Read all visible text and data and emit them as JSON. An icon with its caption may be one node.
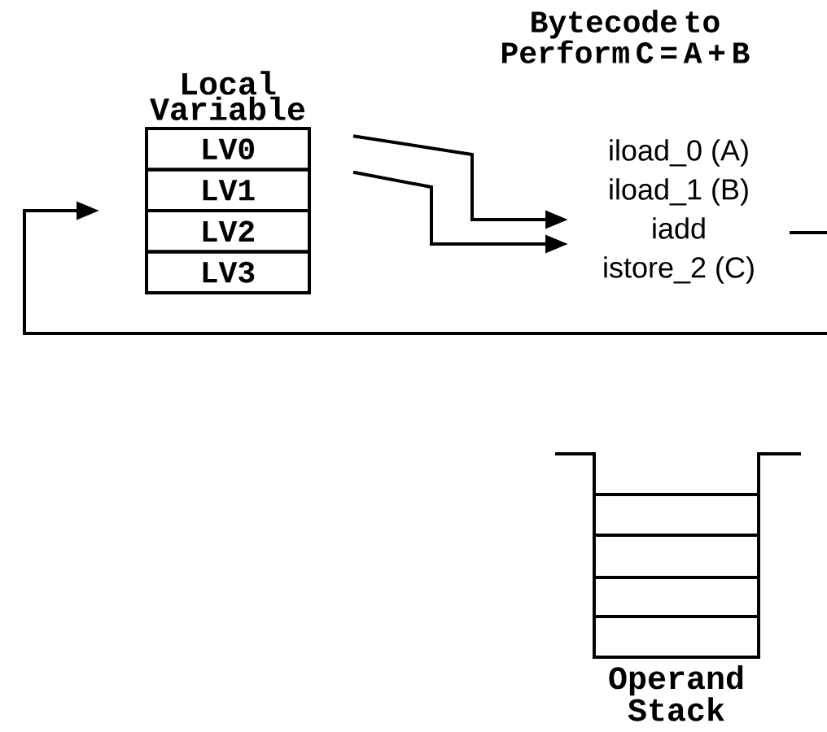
{
  "diagram": {
    "nodes": [
      {
        "text": [
          "Local Variable"
        ]
      },
      {
        "text": [
          "LV0"
        ],
        "in": 0
      },
      {
        "text": [
          "LV1"
        ],
        "in": 0
      },
      {
        "text": [
          "LV2"
        ],
        "in": 0
      },
      {
        "text": [
          "LV3"
        ],
        "in": 0
      },
      {
        "text": [
          "Bytecode to Perform C = A + B",
          "iload_0 (A)",
          "iload_1 (B)",
          "iadd",
          "istore_2 (C)"
        ]
      },
      {
        "text": [
          "Operand Stack"
        ]
      }
    ],
    "edges": [
      {
        "from": 1,
        "to": 5,
        "arrow": "to"
      },
      {
        "from": 2,
        "to": 5,
        "arrow": "to"
      },
      {
        "from": 5,
        "to": 0,
        "arrow": "to"
      }
    ]
  }
}
